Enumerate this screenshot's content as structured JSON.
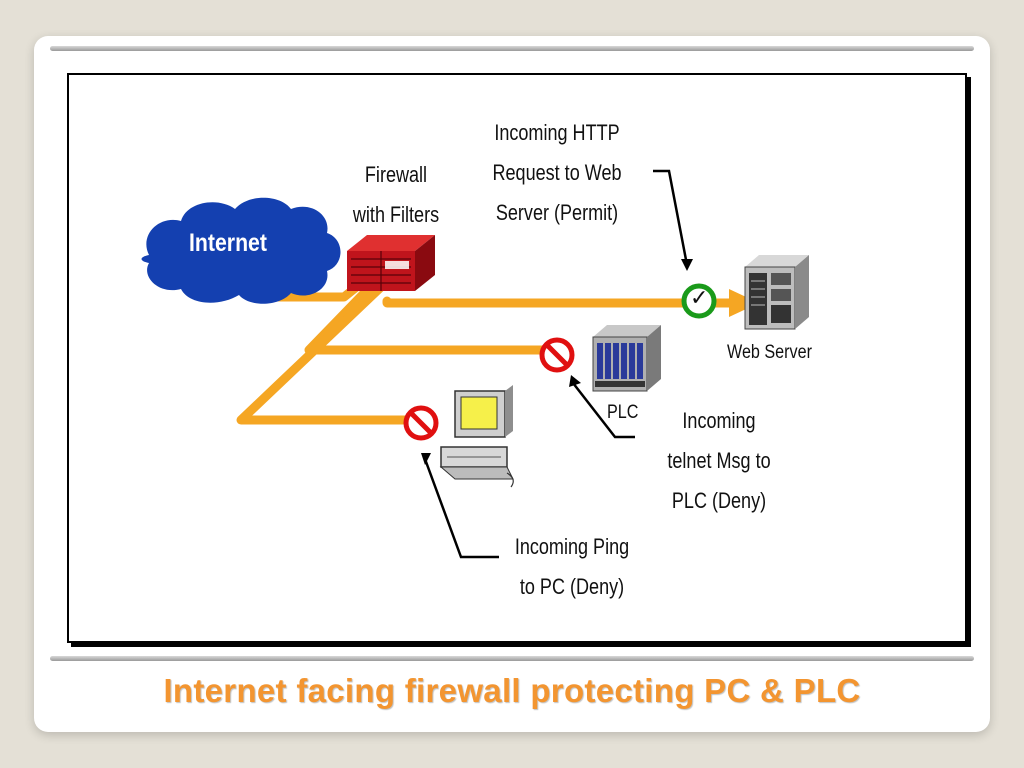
{
  "diagram": {
    "internet_label": "Internet",
    "firewall_label": [
      "Firewall",
      "with Filters"
    ],
    "http_label": [
      "Incoming HTTP",
      "Request to Web",
      "Server (Permit)"
    ],
    "telnet_label": [
      "Incoming",
      "telnet Msg to",
      "PLC (Deny)"
    ],
    "ping_label": [
      "Incoming Ping",
      "to PC (Deny)"
    ],
    "web_server_label": "Web Server",
    "plc_label": "PLC",
    "permit_mark": "✓",
    "colors": {
      "path": "#f5a623",
      "cloud": "#1440b0",
      "firewall": "#c0141c",
      "permit": "#1a9a1a",
      "deny": "#e01010"
    }
  },
  "caption": "Internet facing firewall protecting PC & PLC"
}
